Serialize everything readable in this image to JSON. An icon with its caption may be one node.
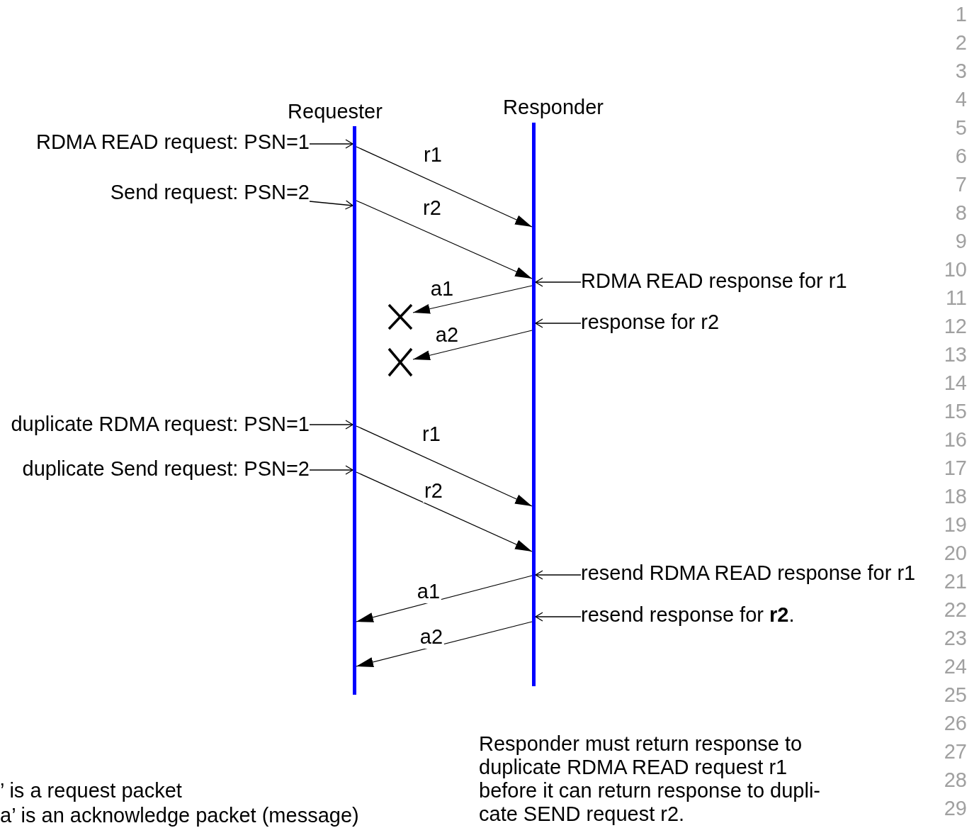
{
  "diagram": {
    "nodes": [
      {
        "text": [
          "Requester"
        ]
      },
      {
        "text": [
          "Responder"
        ]
      },
      {
        "text": [
          "RDMA READ request: PSN=1"
        ]
      },
      {
        "text": [
          "Send request: PSN=2"
        ]
      },
      {
        "text": [
          "RDMA READ response for r1"
        ]
      },
      {
        "text": [
          "response for r2"
        ]
      },
      {
        "text": [
          "duplicate RDMA request: PSN=1"
        ]
      },
      {
        "text": [
          "duplicate Send request: PSN=2"
        ]
      },
      {
        "text": [
          "resend RDMA READ response for r1"
        ]
      },
      {
        "text": [
          "resend response for **r2**."
        ]
      },
      {
        "text": [],
        "shape": "cross"
      },
      {
        "text": [],
        "shape": "cross"
      }
    ],
    "edges": [
      {
        "from": 2,
        "to": 0,
        "arrow": "to"
      },
      {
        "from": 0,
        "to": 1,
        "arrow": "to",
        "label": "r1"
      },
      {
        "from": 3,
        "to": 0,
        "arrow": "to"
      },
      {
        "from": 0,
        "to": 1,
        "arrow": "to",
        "label": "r2"
      },
      {
        "from": 4,
        "to": 1,
        "arrow": "to"
      },
      {
        "from": 1,
        "to": 10,
        "arrow": "to",
        "label": "a1"
      },
      {
        "from": 5,
        "to": 1,
        "arrow": "to"
      },
      {
        "from": 1,
        "to": 11,
        "arrow": "to",
        "label": "a2"
      },
      {
        "from": 6,
        "to": 0,
        "arrow": "to"
      },
      {
        "from": 0,
        "to": 1,
        "arrow": "to",
        "label": "r1"
      },
      {
        "from": 7,
        "to": 0,
        "arrow": "to"
      },
      {
        "from": 0,
        "to": 1,
        "arrow": "to",
        "label": "r2"
      },
      {
        "from": 8,
        "to": 1,
        "arrow": "to"
      },
      {
        "from": 1,
        "to": 0,
        "arrow": "to",
        "label": "a1"
      },
      {
        "from": 9,
        "to": 1,
        "arrow": "to"
      },
      {
        "from": 1,
        "to": 0,
        "arrow": "to",
        "label": "a2"
      }
    ],
    "labels": [
      "1",
      "2",
      "3",
      "4",
      "5",
      "6",
      "7",
      "8",
      "9",
      "10",
      "11",
      "12",
      "13",
      "14",
      "15",
      "16",
      "17",
      "18",
      "19",
      "20",
      "21",
      "22",
      "23",
      "24",
      "25",
      "26",
      "27",
      "28",
      "29",
      "Responder must return response to duplicate RDMA READ request r1 before it can return response to dupli- cate SEND request r2.",
      "’ is a request packet",
      "a’ is an acknowledge packet (message)"
    ]
  }
}
